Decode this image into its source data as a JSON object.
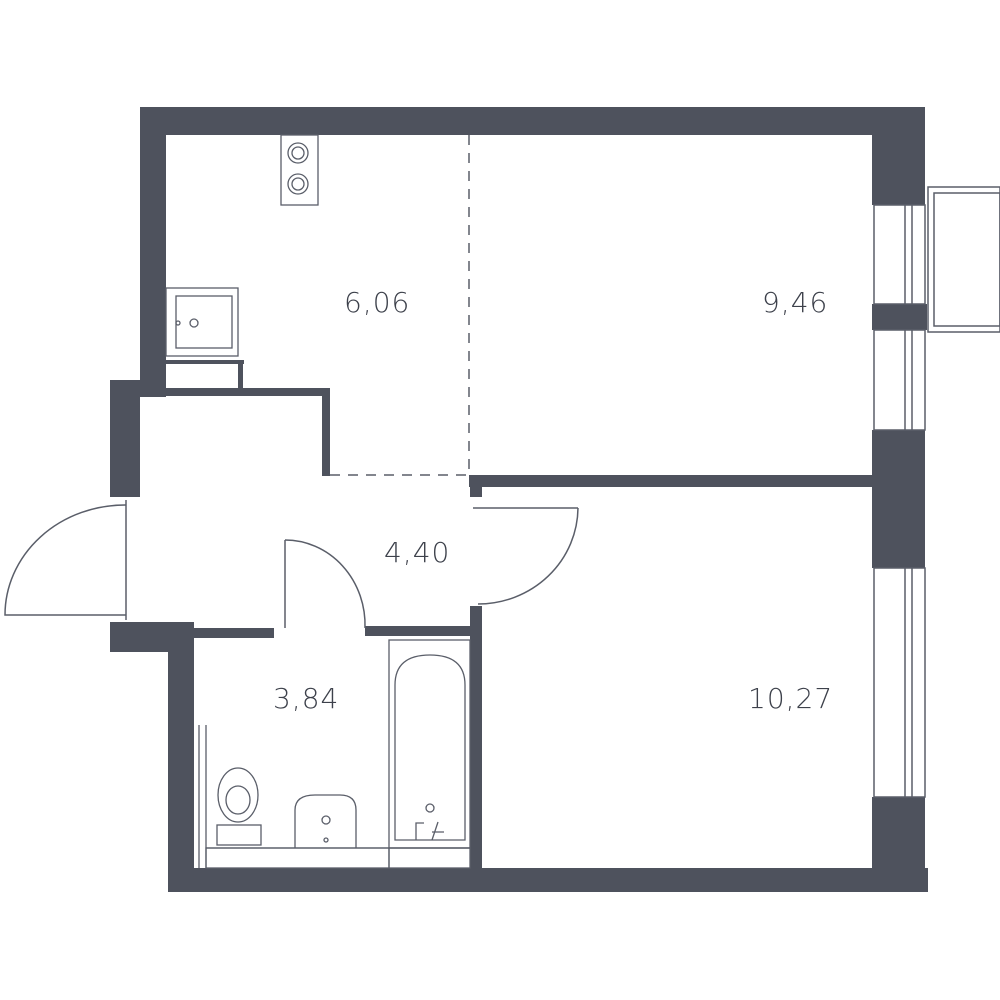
{
  "colors": {
    "wall": "#4e525d",
    "line": "#5a5e69",
    "background": "#ffffff"
  },
  "rooms": {
    "kitchen": {
      "area": "6,06"
    },
    "living_room": {
      "area": "9,46"
    },
    "hallway": {
      "area": "4,40"
    },
    "bathroom": {
      "area": "3,84"
    },
    "bedroom": {
      "area": "10,27"
    }
  },
  "fixtures": [
    "stove-icon",
    "sink-icon",
    "toilet-icon",
    "washbasin-icon",
    "bathtub-icon"
  ]
}
